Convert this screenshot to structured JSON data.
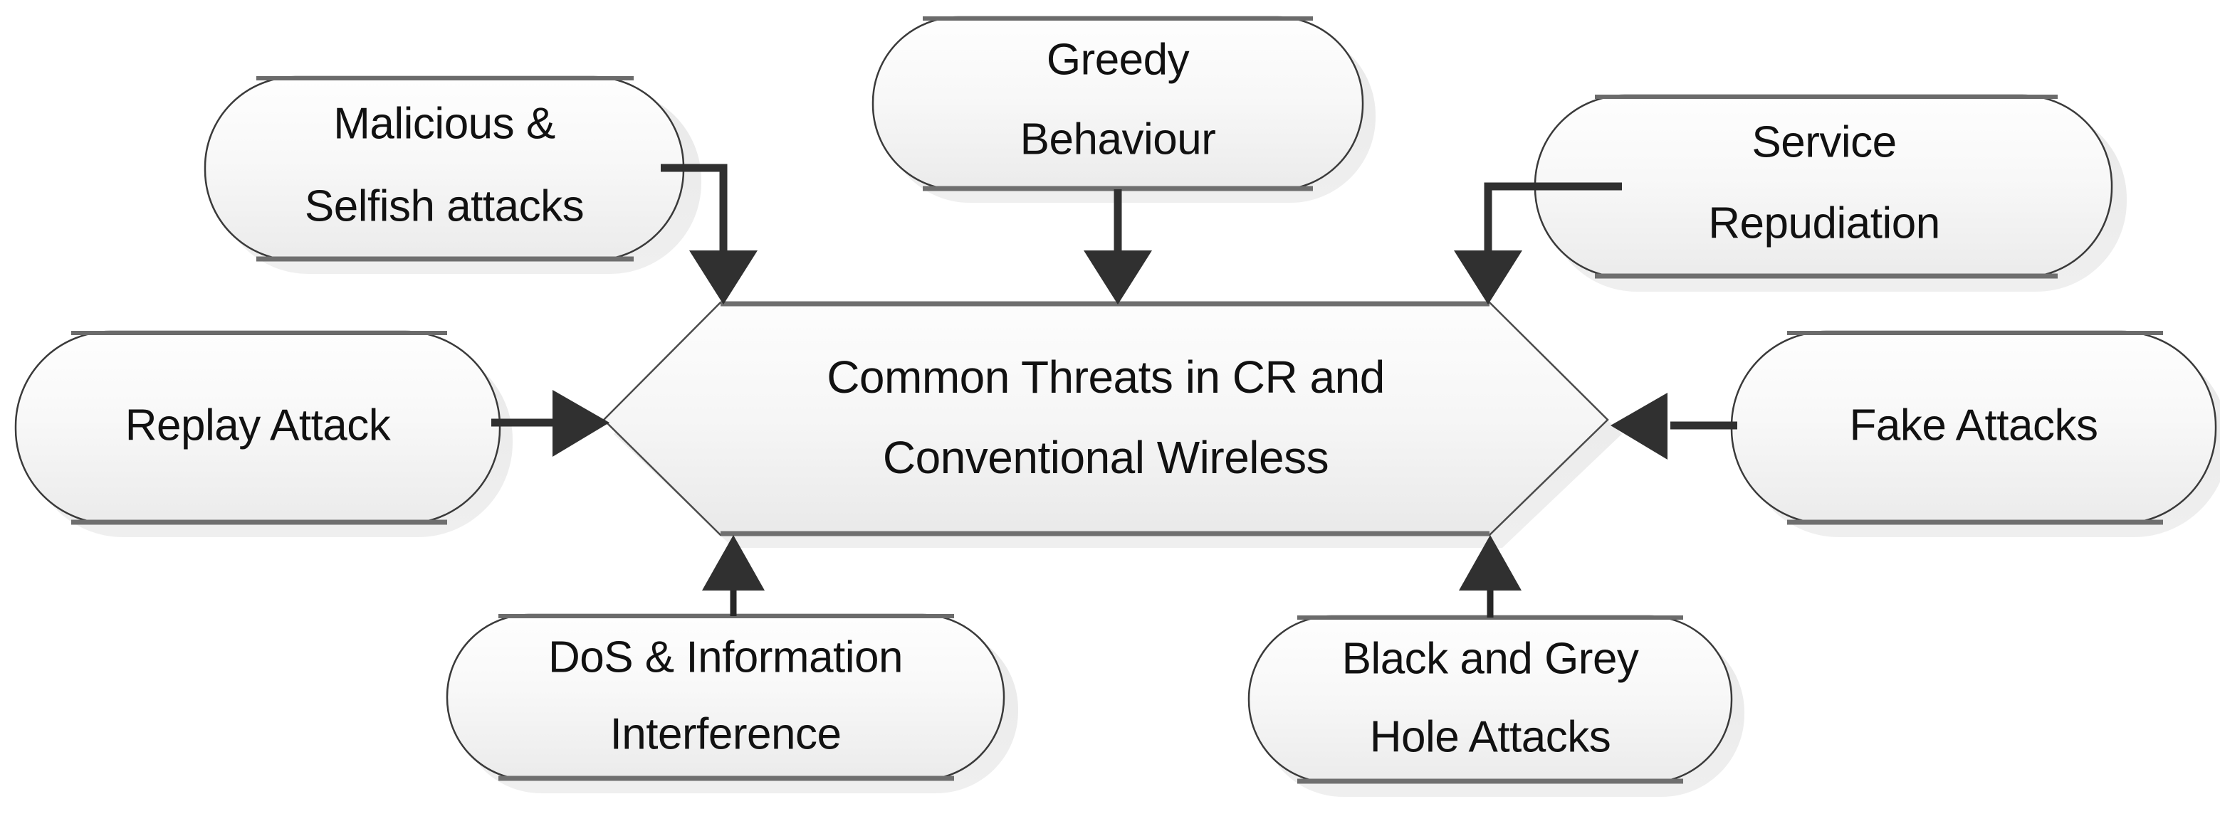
{
  "diagram": {
    "title": "Common Threats in CR and Conventional Wireless",
    "type": "hub-and-spoke",
    "background_color": "#ffffff",
    "node_fill_top": "#fdfdfd",
    "node_fill_bottom": "#ededed",
    "node_border_color": "#3a3a3a",
    "node_edge_color": "#6f6f6f",
    "connector_color": "#303030",
    "text_color": "#111111",
    "center": {
      "name": "common-threats-hub",
      "line1": "Common Threats in CR and",
      "line2": "Conventional Wireless",
      "shape": "hexagon"
    },
    "nodes": [
      {
        "id": "malicious-selfish-attacks",
        "line1": "Malicious &",
        "line2": "Selfish attacks",
        "position": "top-left",
        "shape": "rounded-rectangle"
      },
      {
        "id": "greedy-behaviour",
        "line1": "Greedy",
        "line2": "Behaviour",
        "position": "top-center",
        "shape": "rounded-rectangle"
      },
      {
        "id": "service-repudiation",
        "line1": "Service",
        "line2": "Repudiation",
        "position": "top-right",
        "shape": "rounded-rectangle"
      },
      {
        "id": "replay-attack",
        "line1": "Replay Attack",
        "line2": "",
        "position": "middle-left",
        "shape": "rounded-rectangle"
      },
      {
        "id": "fake-attacks",
        "line1": "Fake Attacks",
        "line2": "",
        "position": "middle-right",
        "shape": "rounded-rectangle"
      },
      {
        "id": "dos-information-interference",
        "line1": "DoS & Information",
        "line2": "Interference",
        "position": "bottom-left",
        "shape": "rounded-rectangle"
      },
      {
        "id": "black-grey-hole-attacks",
        "line1": "Black and Grey",
        "line2": "Hole Attacks",
        "position": "bottom-right",
        "shape": "rounded-rectangle"
      }
    ],
    "edges": [
      {
        "id": "edge-malicious-to-hub",
        "from": "malicious-selfish-attacks",
        "to": "common-threats-hub",
        "arrow": "to-hub",
        "style": "elbow"
      },
      {
        "id": "edge-greedy-to-hub",
        "from": "greedy-behaviour",
        "to": "common-threats-hub",
        "arrow": "to-hub",
        "style": "straight-down"
      },
      {
        "id": "edge-service-to-hub",
        "from": "service-repudiation",
        "to": "common-threats-hub",
        "arrow": "to-hub",
        "style": "elbow"
      },
      {
        "id": "edge-replay-to-hub",
        "from": "replay-attack",
        "to": "common-threats-hub",
        "arrow": "to-hub",
        "style": "straight-right"
      },
      {
        "id": "edge-fake-to-hub",
        "from": "fake-attacks",
        "to": "common-threats-hub",
        "arrow": "to-hub",
        "style": "straight-left"
      },
      {
        "id": "edge-dos-to-hub",
        "from": "dos-information-interference",
        "to": "common-threats-hub",
        "arrow": "to-hub",
        "style": "straight-up"
      },
      {
        "id": "edge-blackgrey-to-hub",
        "from": "black-grey-hole-attacks",
        "to": "common-threats-hub",
        "arrow": "to-hub",
        "style": "straight-up"
      }
    ]
  }
}
